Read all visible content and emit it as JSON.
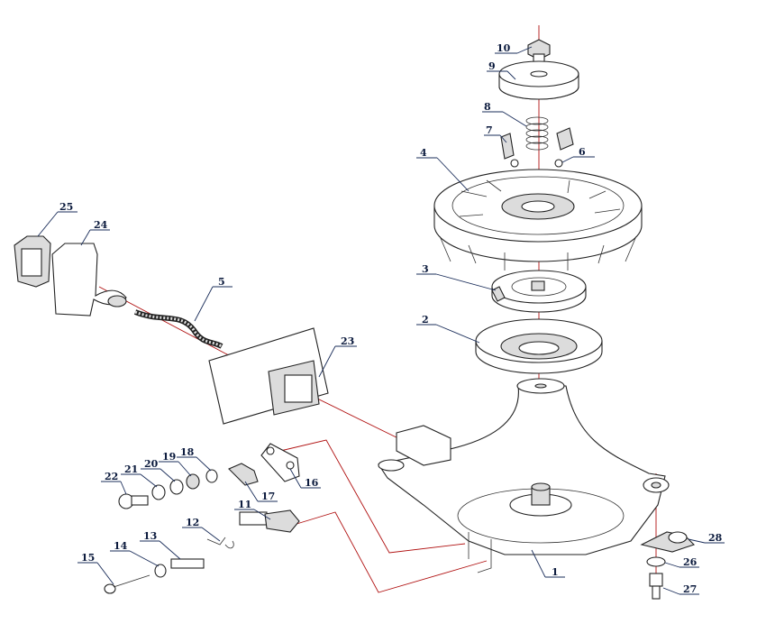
{
  "diagram": {
    "callouts": [
      {
        "id": "c10",
        "text": "10"
      },
      {
        "id": "c9",
        "text": "9"
      },
      {
        "id": "c8",
        "text": "8"
      },
      {
        "id": "c7",
        "text": "7"
      },
      {
        "id": "c6",
        "text": "6"
      },
      {
        "id": "c4",
        "text": "4"
      },
      {
        "id": "c25",
        "text": "25"
      },
      {
        "id": "c24",
        "text": "24"
      },
      {
        "id": "c5",
        "text": "5"
      },
      {
        "id": "c3",
        "text": "3"
      },
      {
        "id": "c2",
        "text": "2"
      },
      {
        "id": "c23",
        "text": "23"
      },
      {
        "id": "c18",
        "text": "18"
      },
      {
        "id": "c19",
        "text": "19"
      },
      {
        "id": "c20",
        "text": "20"
      },
      {
        "id": "c21",
        "text": "21"
      },
      {
        "id": "c22",
        "text": "22"
      },
      {
        "id": "c16",
        "text": "16"
      },
      {
        "id": "c17",
        "text": "17"
      },
      {
        "id": "c11",
        "text": "11"
      },
      {
        "id": "c12",
        "text": "12"
      },
      {
        "id": "c13",
        "text": "13"
      },
      {
        "id": "c14",
        "text": "14"
      },
      {
        "id": "c15",
        "text": "15"
      },
      {
        "id": "c28",
        "text": "28"
      },
      {
        "id": "c26",
        "text": "26"
      },
      {
        "id": "c27",
        "text": "27"
      },
      {
        "id": "c1",
        "text": "1"
      }
    ],
    "colors": {
      "callout_text": "#0b1a3d",
      "leader": "#1a2d5a",
      "assembly_line": "#b01010",
      "outline": "#222222"
    }
  }
}
